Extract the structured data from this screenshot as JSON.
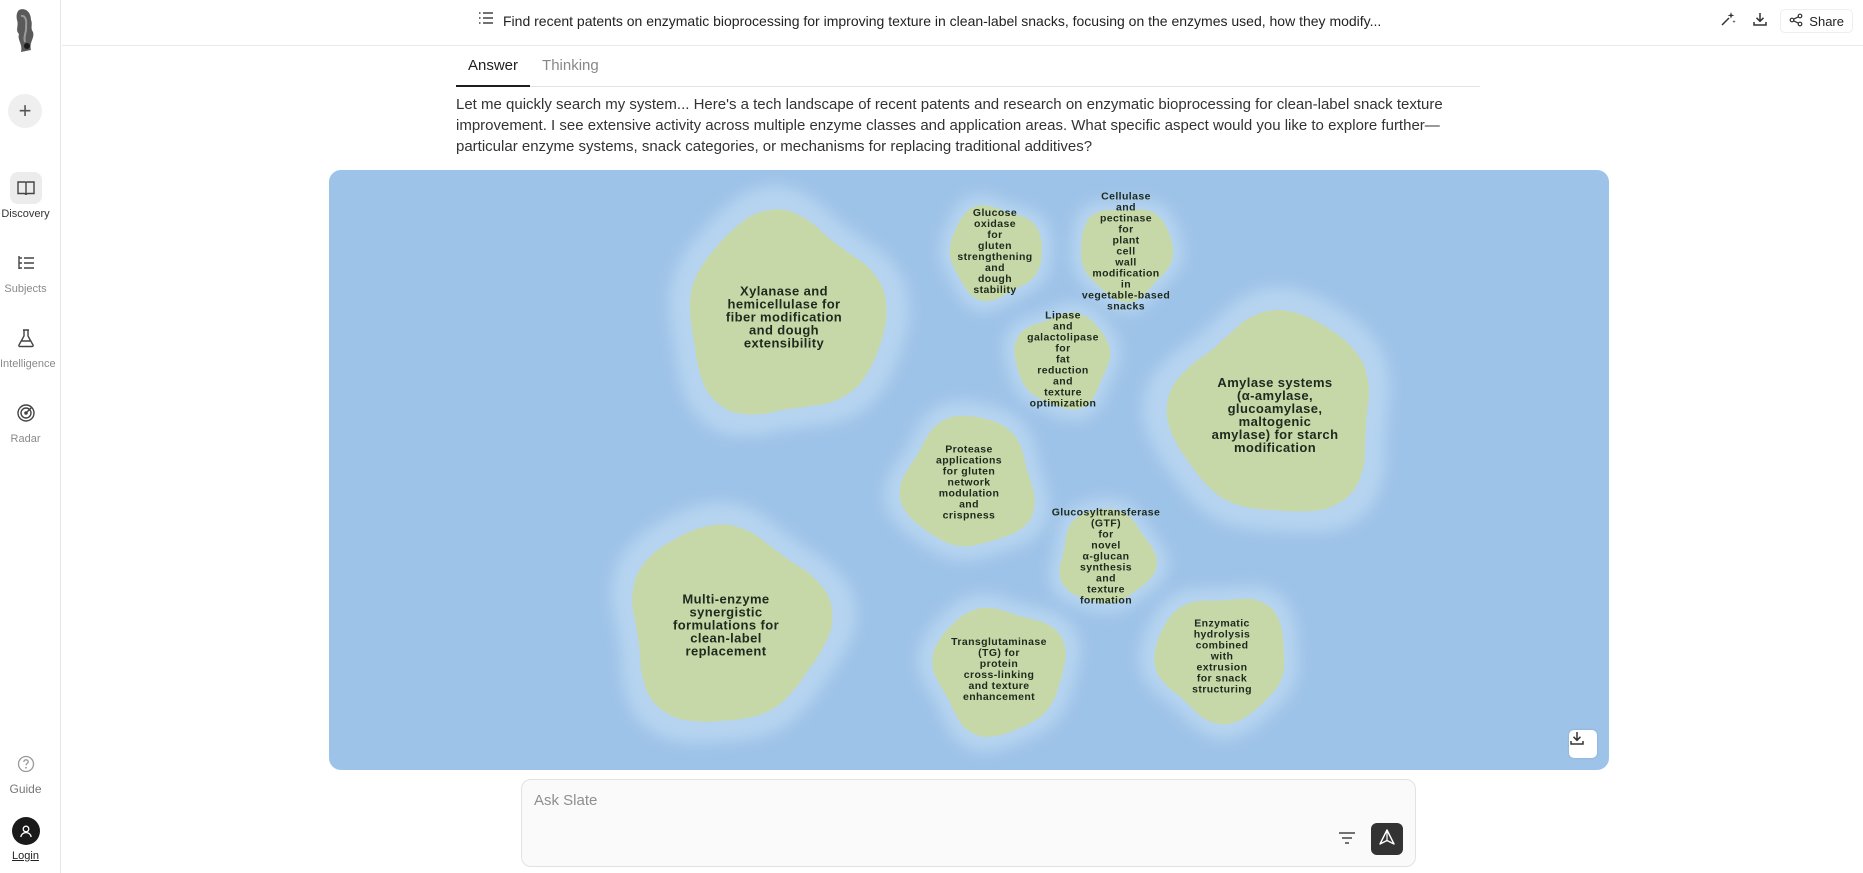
{
  "sidebar": {
    "items": [
      {
        "label": "Discovery",
        "icon": "book-open-icon",
        "active": true
      },
      {
        "label": "Subjects",
        "icon": "list-tree-icon",
        "active": false
      },
      {
        "label": "Intelligence",
        "icon": "flask-icon",
        "active": false
      },
      {
        "label": "Radar",
        "icon": "radar-icon",
        "active": false
      }
    ],
    "guide_label": "Guide",
    "login_label": "Login"
  },
  "header": {
    "title": "Find recent patents on enzymatic bioprocessing for improving texture in clean-label snacks, focusing on the enzymes used, how they modify...",
    "share_label": "Share"
  },
  "tabs": [
    {
      "label": "Answer",
      "active": true
    },
    {
      "label": "Thinking",
      "active": false
    }
  ],
  "answer_text": "Let me quickly search my system... Here's a tech landscape of recent patents and research on enzymatic bioprocessing for clean-label snack texture improvement. I see extensive activity across multiple enzyme classes and application areas. What specific aspect would you like to explore further—particular enzyme systems, snack categories, or mechanisms for replacing traditional additives?",
  "map": {
    "colors": {
      "water": "#9ec3e8",
      "shore": "#b6d4f0",
      "land": "#c6d8a8"
    },
    "islands": [
      {
        "lines": [
          "Xylanase and",
          "hemicellulase for",
          "fiber modification",
          "and dough",
          "extensibility"
        ]
      },
      {
        "lines": [
          "Glucose",
          "oxidase",
          "for",
          "gluten",
          "strengthening",
          "and",
          "dough",
          "stability"
        ]
      },
      {
        "lines": [
          "Cellulase",
          "and",
          "pectinase",
          "for",
          "plant",
          "cell",
          "wall",
          "modification",
          "in",
          "vegetable-based",
          "snacks"
        ]
      },
      {
        "lines": [
          "Lipase",
          "and",
          "galactolipase",
          "for",
          "fat",
          "reduction",
          "and",
          "texture",
          "optimization"
        ]
      },
      {
        "lines": [
          "Amylase systems",
          "(α-amylase,",
          "glucoamylase,",
          "maltogenic",
          "amylase) for starch",
          "modification"
        ]
      },
      {
        "lines": [
          "Protease",
          "applications",
          "for gluten",
          "network",
          "modulation",
          "and",
          "crispness"
        ]
      },
      {
        "lines": [
          "Glucosyltransferase",
          "(GTF)",
          "for",
          "novel",
          "α-glucan",
          "synthesis",
          "and",
          "texture",
          "formation"
        ]
      },
      {
        "lines": [
          "Multi-enzyme",
          "synergistic",
          "formulations for",
          "clean-label",
          "replacement"
        ]
      },
      {
        "lines": [
          "Transglutaminase",
          "(TG) for",
          "protein",
          "cross-linking",
          "and texture",
          "enhancement"
        ]
      },
      {
        "lines": [
          "Enzymatic",
          "hydrolysis",
          "combined",
          "with",
          "extrusion",
          "for snack",
          "structuring"
        ]
      }
    ]
  },
  "ask": {
    "placeholder": "Ask Slate"
  }
}
